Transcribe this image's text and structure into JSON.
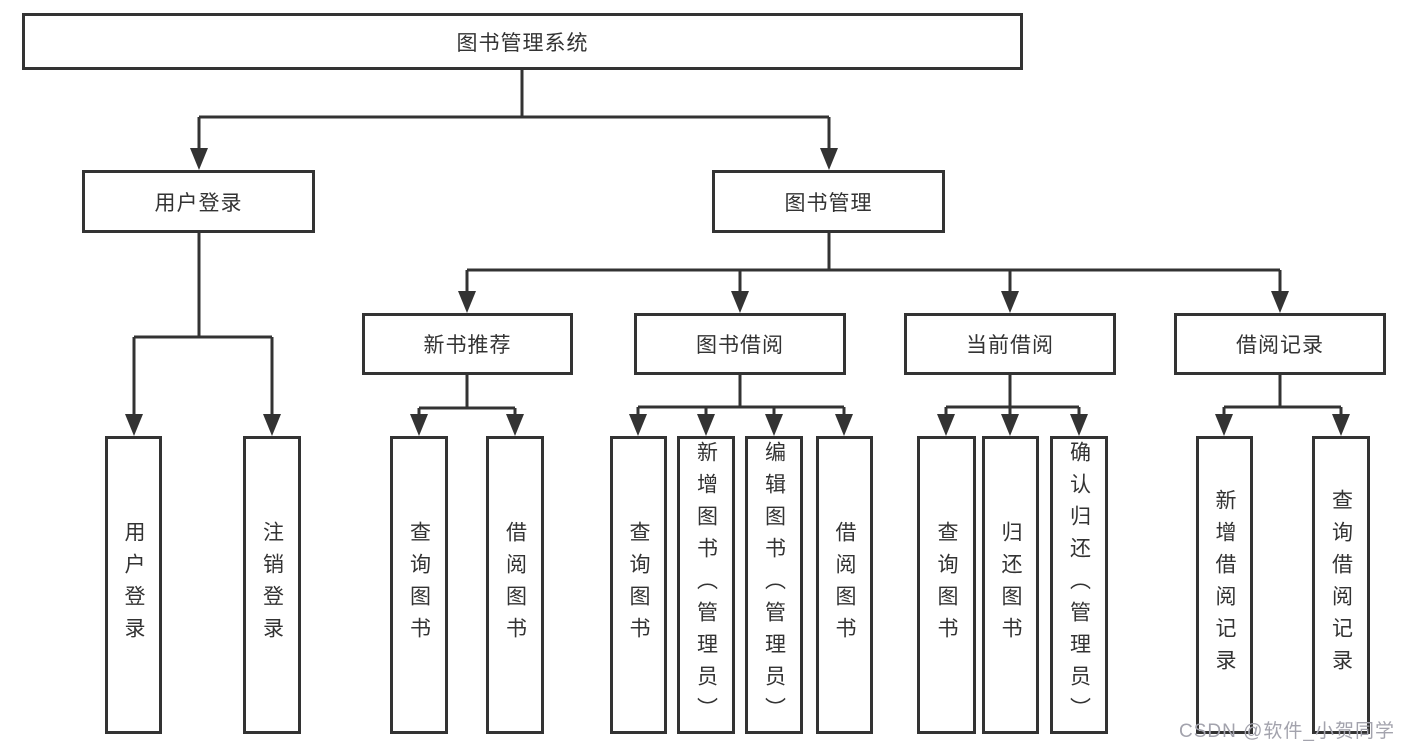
{
  "tree": {
    "root": {
      "label": "图书管理系统"
    },
    "level2": [
      {
        "label": "用户登录",
        "parent": "图书管理系统"
      },
      {
        "label": "图书管理",
        "parent": "图书管理系统"
      }
    ],
    "level3": [
      {
        "label": "新书推荐",
        "parent": "图书管理"
      },
      {
        "label": "图书借阅",
        "parent": "图书管理"
      },
      {
        "label": "当前借阅",
        "parent": "图书管理"
      },
      {
        "label": "借阅记录",
        "parent": "图书管理"
      }
    ],
    "leaves": [
      {
        "label": "用户登录",
        "parent": "用户登录"
      },
      {
        "label": "注销登录",
        "parent": "用户登录"
      },
      {
        "label": "查询图书",
        "parent": "新书推荐"
      },
      {
        "label": "借阅图书",
        "parent": "新书推荐"
      },
      {
        "label": "查询图书",
        "parent": "图书借阅"
      },
      {
        "label": "新增图书（管理员）",
        "parent": "图书借阅"
      },
      {
        "label": "编辑图书（管理员）",
        "parent": "图书借阅"
      },
      {
        "label": "借阅图书",
        "parent": "图书借阅"
      },
      {
        "label": "查询图书",
        "parent": "当前借阅"
      },
      {
        "label": "归还图书",
        "parent": "当前借阅"
      },
      {
        "label": "确认归还（管理员）",
        "parent": "当前借阅"
      },
      {
        "label": "新增借阅记录",
        "parent": "借阅记录"
      },
      {
        "label": "查询借阅记录",
        "parent": "借阅记录"
      }
    ]
  },
  "watermark": {
    "text": "CSDN @软件_小贺同学"
  },
  "colors": {
    "line": "#333333",
    "box_border": "#333333",
    "text": "#333333",
    "watermark": "#a3a3ad",
    "background": "#ffffff"
  }
}
